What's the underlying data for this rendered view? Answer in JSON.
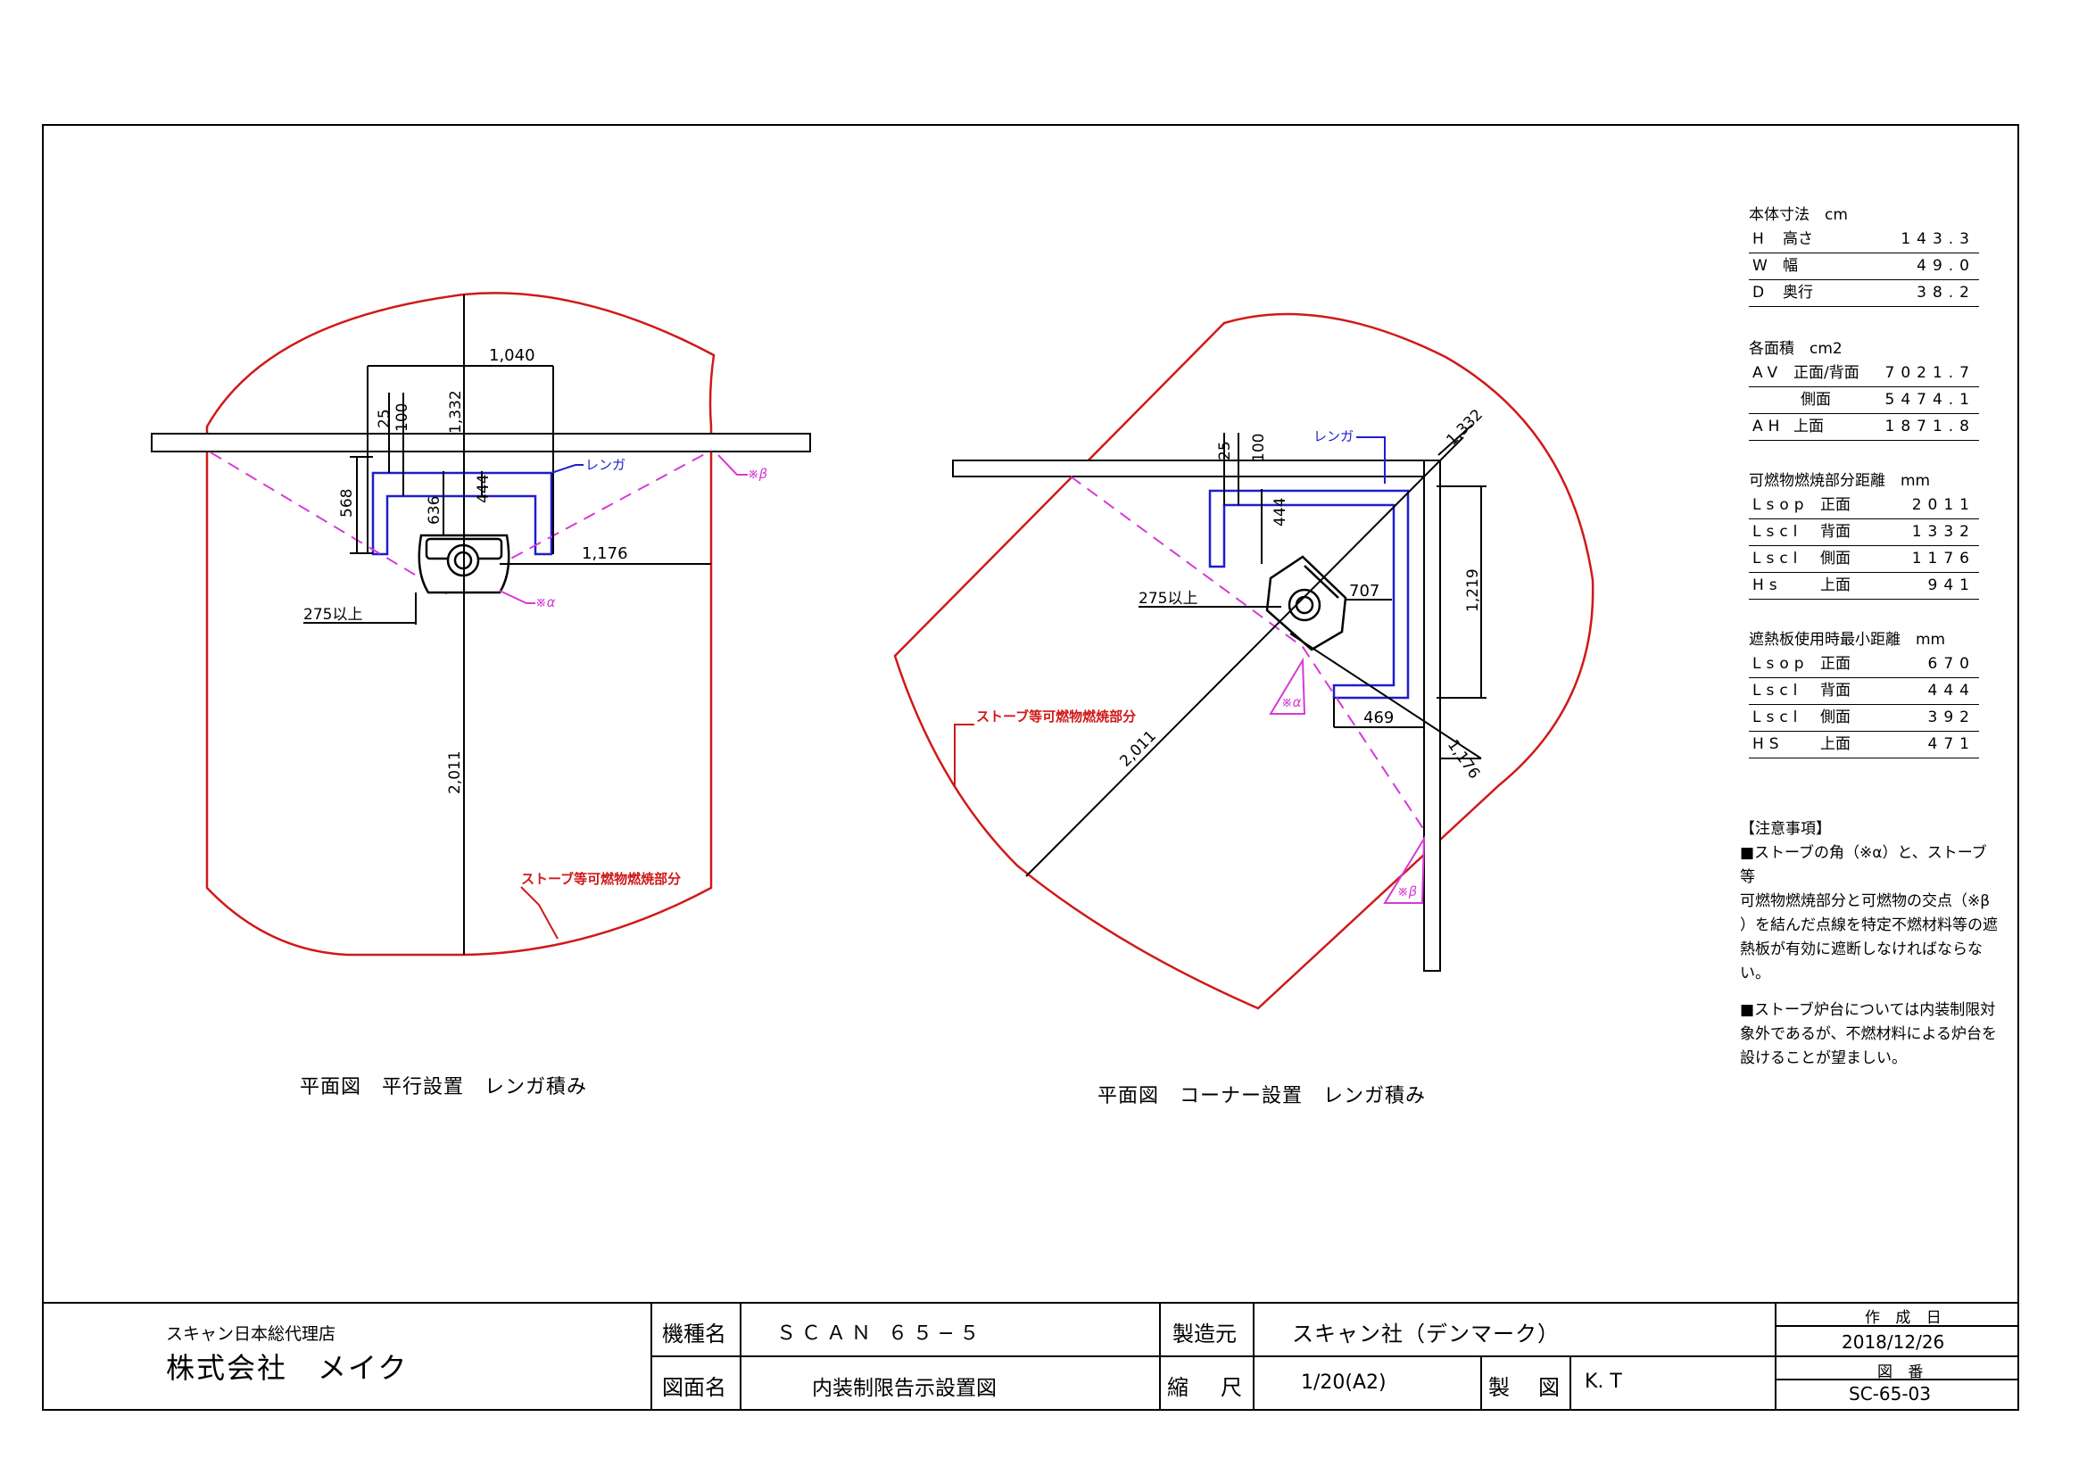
{
  "plan_left": {
    "caption": "平面図　平行設置　レンガ積み",
    "dims": {
      "width": "1,040",
      "d25": "25",
      "d100": "100",
      "d1332": "1,332",
      "d568": "568",
      "d636": "636",
      "d444": "444",
      "d1176": "1,176",
      "d275": "275以上",
      "d2011": "2,011"
    },
    "labels": {
      "brick": "レンガ",
      "beta": "※β",
      "alpha": "※α",
      "zone": "ストーブ等可燃物燃焼部分"
    }
  },
  "plan_right": {
    "caption": "平面図　コーナー設置　レンガ積み",
    "dims": {
      "d25": "25",
      "d100": "100",
      "d1332": "1,332",
      "d444": "444",
      "d275": "275以上",
      "d707": "707",
      "d1219": "1,219",
      "d469": "469",
      "d1176": "1,176",
      "d2011": "2,011"
    },
    "labels": {
      "brick": "レンガ",
      "alpha": "※α",
      "beta": "※β",
      "zone": "ストーブ等可燃物燃焼部分"
    }
  },
  "specs": {
    "body": {
      "title": "本体寸法　cm",
      "rows": [
        {
          "k": "H",
          "n": "高さ",
          "v": "143.3"
        },
        {
          "k": "W",
          "n": "幅",
          "v": "49.0"
        },
        {
          "k": "D",
          "n": "奥行",
          "v": "38.2"
        }
      ]
    },
    "area": {
      "title": "各面積　cm2",
      "rows": [
        {
          "k": "AV",
          "n": "正面/背面",
          "v": "7021.7"
        },
        {
          "k": "",
          "n": "側面",
          "v": "5474.1"
        },
        {
          "k": "AH",
          "n": "上面",
          "v": "1871.8"
        }
      ]
    },
    "distance": {
      "title": "可燃物燃焼部分距離　mm",
      "rows": [
        {
          "k": "Lsop",
          "n": "正面",
          "v": "2011"
        },
        {
          "k": "Lscl",
          "n": "背面",
          "v": "1332"
        },
        {
          "k": "Lscl",
          "n": "側面",
          "v": "1176"
        },
        {
          "k": "Hs",
          "n": "上面",
          "v": "941"
        }
      ]
    },
    "shield": {
      "title": "遮熱板使用時最小距離　mm",
      "rows": [
        {
          "k": "Lsop",
          "n": "正面",
          "v": "670"
        },
        {
          "k": "Lscl",
          "n": "背面",
          "v": "444"
        },
        {
          "k": "Lscl",
          "n": "側面",
          "v": "392"
        },
        {
          "k": "HS",
          "n": "上面",
          "v": "471"
        }
      ]
    }
  },
  "notes": {
    "title": "【注意事項】",
    "lines": [
      "■ストーブの角（※α）と、ストーブ等",
      "可燃物燃焼部分と可燃物の交点（※β",
      "）を結んだ点線を特定不燃材料等の遮",
      "熱板が有効に遮断しなければならない。",
      "",
      "■ストーブ炉台については内装制限対",
      "象外であるが、不燃材料による炉台を",
      "設けることが望ましい。"
    ]
  },
  "title_block": {
    "company_sub": "スキャン日本総代理店",
    "company": "株式会社　メイク",
    "model_label": "機種名",
    "model": "ＳＣＡＮ ６５−５",
    "maker_label": "製造元",
    "maker": "スキャン社（デンマーク）",
    "drawing_label": "図面名",
    "drawing": "内装制限告示設置図",
    "scale_label": "縮　尺",
    "scale": "1/20(A2)",
    "drafter_label": "製　図",
    "drafter": "K. T",
    "date_label": "作 成 日",
    "date": "2018/12/26",
    "number_label": "図 番",
    "number": "SC-65-03"
  },
  "colors": {
    "boundary": "#d01919",
    "brick": "#1d1dd0",
    "shield": "#d63ad6",
    "line": "#000000"
  }
}
